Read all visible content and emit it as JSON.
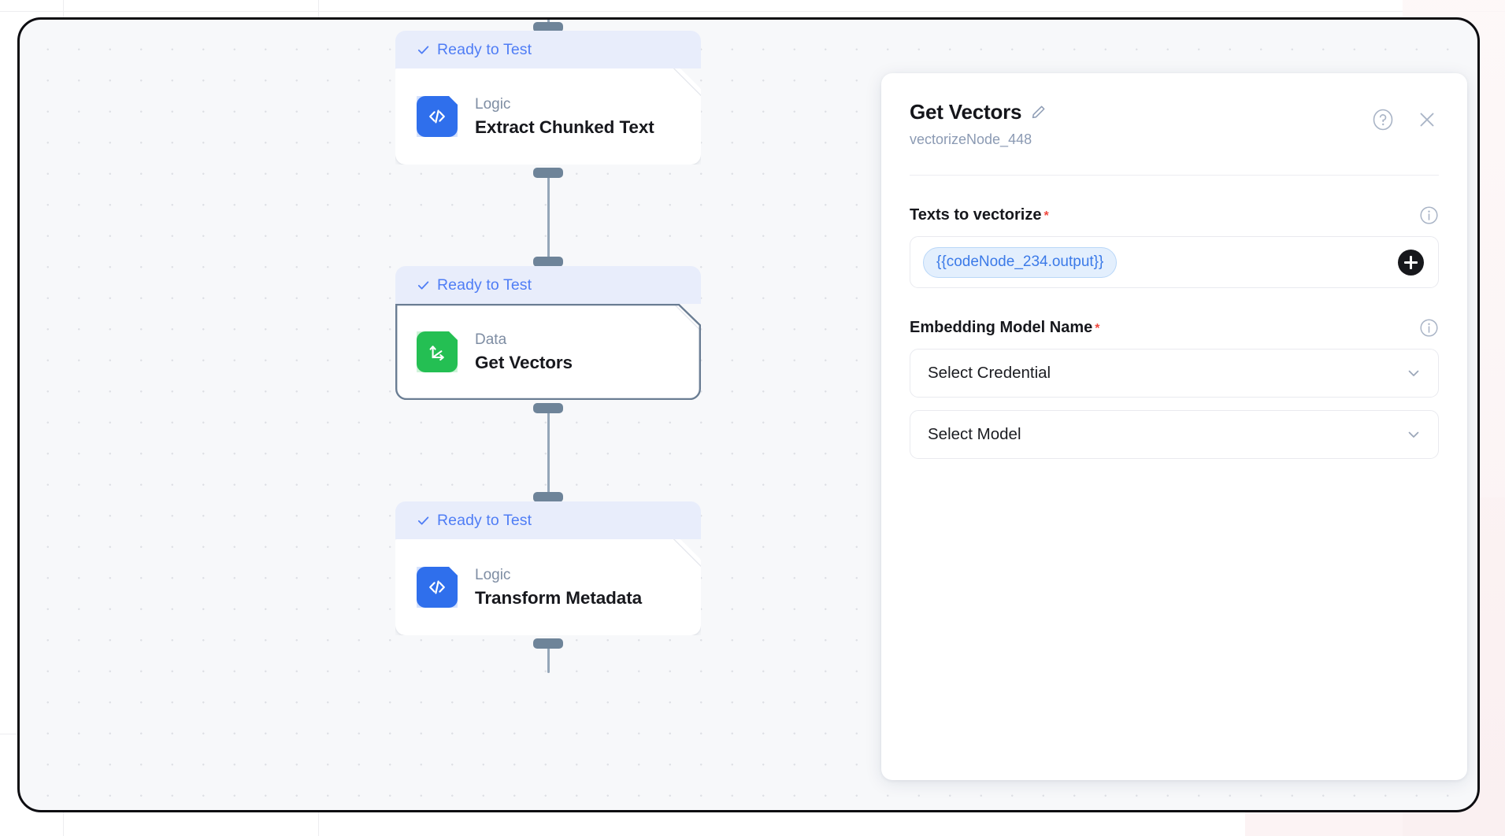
{
  "canvas": {
    "nodes": [
      {
        "status": "Ready to Test",
        "kind": "Logic",
        "title": "Extract Chunked Text",
        "icon": "code-icon",
        "icon_color": "#2f6fec",
        "selected": false
      },
      {
        "status": "Ready to Test",
        "kind": "Data",
        "title": "Get Vectors",
        "icon": "vector-axes-icon",
        "icon_color": "#24bf53",
        "selected": true
      },
      {
        "status": "Ready to Test",
        "kind": "Logic",
        "title": "Transform Metadata",
        "icon": "code-icon",
        "icon_color": "#2f6fec",
        "selected": false
      }
    ],
    "status_color": "#4f7df5",
    "status_bg": "#e8edfb",
    "connector_color": "#6e8499"
  },
  "panel": {
    "title": "Get Vectors",
    "subtitle": "vectorizeNode_448",
    "edit_icon": "pencil-icon",
    "help_icon": "help-circle-icon",
    "close_icon": "close-icon",
    "fields": [
      {
        "label": "Texts to vectorize",
        "required": "*",
        "info_icon": "info-circle-icon",
        "type": "token",
        "token": "{{codeNode_234.output}}",
        "add_icon": "add-icon",
        "token_color": "#3b7ae8"
      },
      {
        "label": "Embedding Model Name",
        "required": "*",
        "info_icon": "info-circle-icon",
        "type": "select-pair",
        "selects": [
          {
            "value": "Select Credential",
            "chevron": "chevron-down-icon"
          },
          {
            "value": "Select Model",
            "chevron": "chevron-down-icon"
          }
        ]
      }
    ],
    "required_color": "#f0483e"
  }
}
